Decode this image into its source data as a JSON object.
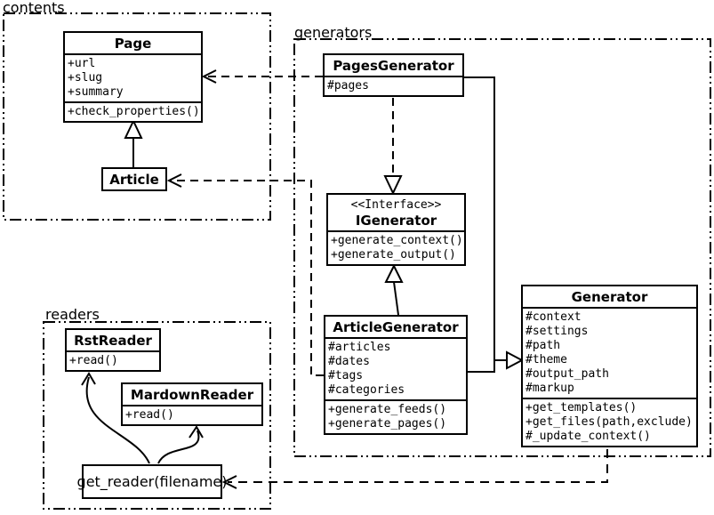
{
  "diagram": {
    "title": "UML class diagram",
    "colors": {
      "line": "#000000",
      "background": "#ffffff",
      "box_fill": "#ffffff"
    },
    "packages": {
      "contents": {
        "label": "contents"
      },
      "generators": {
        "label": "generators"
      },
      "readers": {
        "label": "readers"
      }
    },
    "classes": {
      "page": {
        "name": "Page",
        "attrs": [
          "+url",
          "+slug",
          "+summary"
        ],
        "methods": [
          "+check_properties()"
        ]
      },
      "article": {
        "name": "Article"
      },
      "pages_generator": {
        "name": "PagesGenerator",
        "attrs": [
          "#pages"
        ]
      },
      "igenerator": {
        "stereotype": "<<Interface>>",
        "name": "IGenerator",
        "methods": [
          "+generate_context()",
          "+generate_output()"
        ]
      },
      "article_generator": {
        "name": "ArticleGenerator",
        "attrs": [
          "#articles",
          "#dates",
          "#tags",
          "#categories"
        ],
        "methods": [
          "+generate_feeds()",
          "+generate_pages()"
        ]
      },
      "generator": {
        "name": "Generator",
        "attrs": [
          "#context",
          "#settings",
          "#path",
          "#theme",
          "#output_path",
          "#markup"
        ],
        "methods": [
          "+get_templates()",
          "+get_files(path,exclude)",
          "#_update_context()"
        ]
      },
      "rst_reader": {
        "name": "RstReader",
        "methods": [
          "+read()"
        ]
      },
      "mardown_reader": {
        "name": "MardownReader",
        "methods": [
          "+read()"
        ]
      },
      "get_reader": {
        "label": "get_reader(filename)"
      }
    },
    "relationships": [
      {
        "from": "Article",
        "to": "Page",
        "type": "inheritance"
      },
      {
        "from": "PagesGenerator",
        "to": "Page",
        "type": "dependency"
      },
      {
        "from": "ArticleGenerator",
        "to": "Article",
        "type": "dependency"
      },
      {
        "from": "PagesGenerator",
        "to": "IGenerator",
        "type": "realization"
      },
      {
        "from": "ArticleGenerator",
        "to": "IGenerator",
        "type": "inheritance"
      },
      {
        "from": "PagesGenerator",
        "to": "Generator",
        "type": "inheritance"
      },
      {
        "from": "ArticleGenerator",
        "to": "Generator",
        "type": "inheritance"
      },
      {
        "from": "Generator",
        "to": "get_reader",
        "type": "dependency"
      },
      {
        "from": "get_reader",
        "to": "RstReader",
        "type": "arrow"
      },
      {
        "from": "get_reader",
        "to": "MardownReader",
        "type": "arrow"
      }
    ]
  }
}
